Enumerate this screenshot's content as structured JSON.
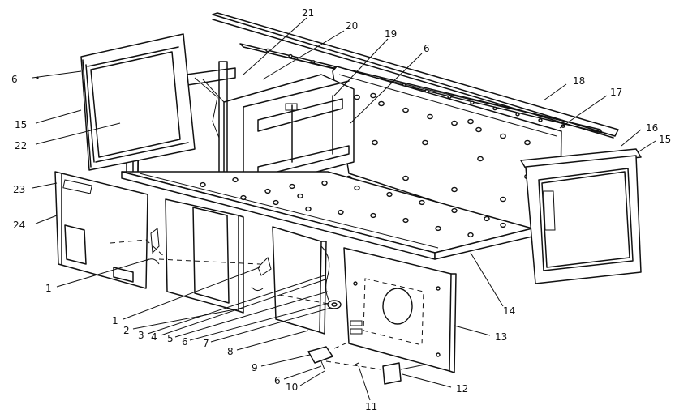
{
  "callouts": [
    {
      "id": "c-21",
      "text": "21"
    },
    {
      "id": "c-20",
      "text": "20"
    },
    {
      "id": "c-19",
      "text": "19"
    },
    {
      "id": "c-6a",
      "text": "6"
    },
    {
      "id": "c-6b",
      "text": "6"
    },
    {
      "id": "c-18",
      "text": "18"
    },
    {
      "id": "c-17",
      "text": "17"
    },
    {
      "id": "c-16",
      "text": "16"
    },
    {
      "id": "c-15a",
      "text": "15"
    },
    {
      "id": "c-15b",
      "text": "15"
    },
    {
      "id": "c-22",
      "text": "22"
    },
    {
      "id": "c-23",
      "text": "23"
    },
    {
      "id": "c-24",
      "text": "24"
    },
    {
      "id": "c-1a",
      "text": "1"
    },
    {
      "id": "c-1b",
      "text": "1"
    },
    {
      "id": "c-2",
      "text": "2"
    },
    {
      "id": "c-3",
      "text": "3"
    },
    {
      "id": "c-4",
      "text": "4"
    },
    {
      "id": "c-5",
      "text": "5"
    },
    {
      "id": "c-6c",
      "text": "6"
    },
    {
      "id": "c-7",
      "text": "7"
    },
    {
      "id": "c-8",
      "text": "8"
    },
    {
      "id": "c-9",
      "text": "9"
    },
    {
      "id": "c-6d",
      "text": "6"
    },
    {
      "id": "c-10",
      "text": "10"
    },
    {
      "id": "c-11",
      "text": "11"
    },
    {
      "id": "c-12",
      "text": "12"
    },
    {
      "id": "c-13",
      "text": "13"
    },
    {
      "id": "c-14",
      "text": "14"
    }
  ]
}
